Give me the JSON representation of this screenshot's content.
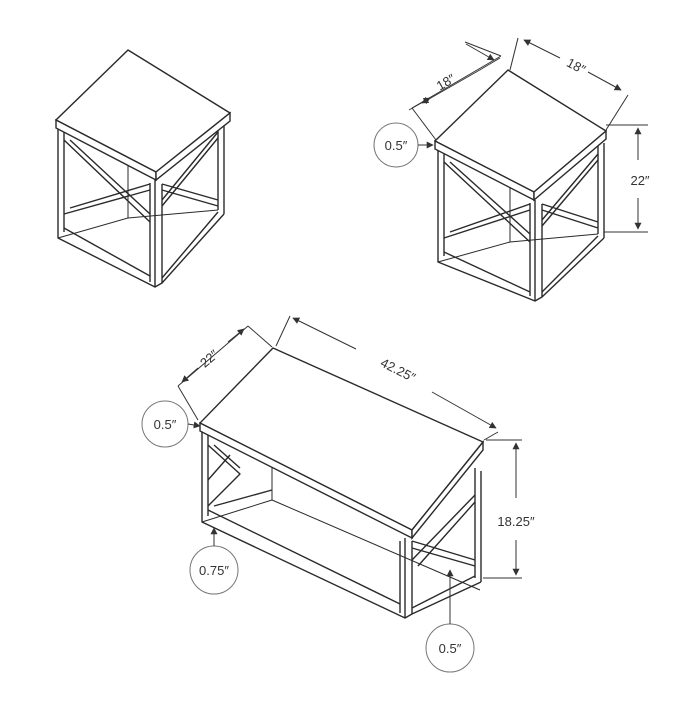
{
  "diagram": {
    "end_table_right": {
      "depth_label": "18″",
      "width_label": "18″",
      "height_label": "22″",
      "top_thickness_label": "0.5″"
    },
    "coffee_table": {
      "depth_label": "22″",
      "length_label": "42.25″",
      "height_label": "18.25″",
      "top_thickness_label": "0.5″",
      "frame_thickness_label": "0.75″",
      "leg_thickness_label": "0.5″"
    },
    "colors": {
      "line": "#2a2a2a",
      "text": "#333333",
      "callout_circle": "#777777"
    }
  }
}
